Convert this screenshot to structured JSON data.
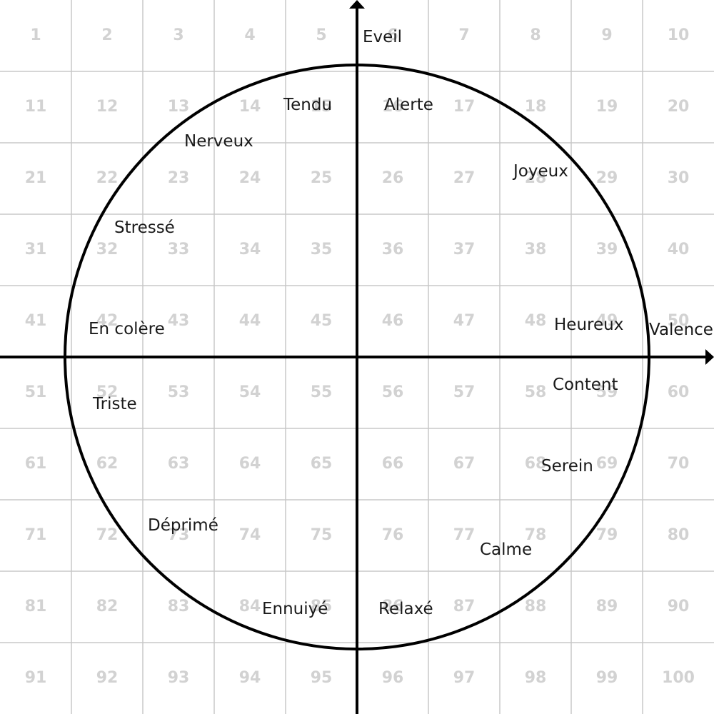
{
  "grid": {
    "cell_numbers": [
      "1",
      "2",
      "3",
      "4",
      "5",
      "6",
      "7",
      "8",
      "9",
      "10",
      "11",
      "12",
      "13",
      "14",
      "15",
      "16",
      "17",
      "18",
      "19",
      "20",
      "21",
      "22",
      "23",
      "24",
      "25",
      "26",
      "27",
      "28",
      "29",
      "30",
      "31",
      "32",
      "33",
      "34",
      "35",
      "36",
      "37",
      "38",
      "39",
      "40",
      "41",
      "42",
      "43",
      "44",
      "45",
      "46",
      "47",
      "48",
      "49",
      "50",
      "51",
      "52",
      "53",
      "54",
      "55",
      "56",
      "57",
      "58",
      "59",
      "60",
      "61",
      "62",
      "63",
      "64",
      "65",
      "66",
      "67",
      "68",
      "69",
      "70",
      "71",
      "72",
      "73",
      "74",
      "75",
      "76",
      "77",
      "78",
      "79",
      "80",
      "81",
      "82",
      "83",
      "84",
      "85",
      "86",
      "87",
      "88",
      "89",
      "90",
      "91",
      "92",
      "93",
      "94",
      "95",
      "96",
      "97",
      "98",
      "99",
      "100"
    ]
  },
  "axes": {
    "vertical_label": "Eveil",
    "horizontal_label": "Valence"
  },
  "emotions": {
    "tendu": "Tendu",
    "alerte": "Alerte",
    "nerveux": "Nerveux",
    "joyeux": "Joyeux",
    "stresse": "Stressé",
    "en_colere": "En colère",
    "heureux": "Heureux",
    "content": "Content",
    "triste": "Triste",
    "serein": "Serein",
    "deprime": "Déprimé",
    "calme": "Calme",
    "ennuye": "Ennuiyé",
    "relaxe": "Relaxé"
  },
  "colors": {
    "grid": "#c8c8c8",
    "cell_number": "#d2d2d2",
    "axis": "#000000",
    "text": "#1a1a1a"
  }
}
